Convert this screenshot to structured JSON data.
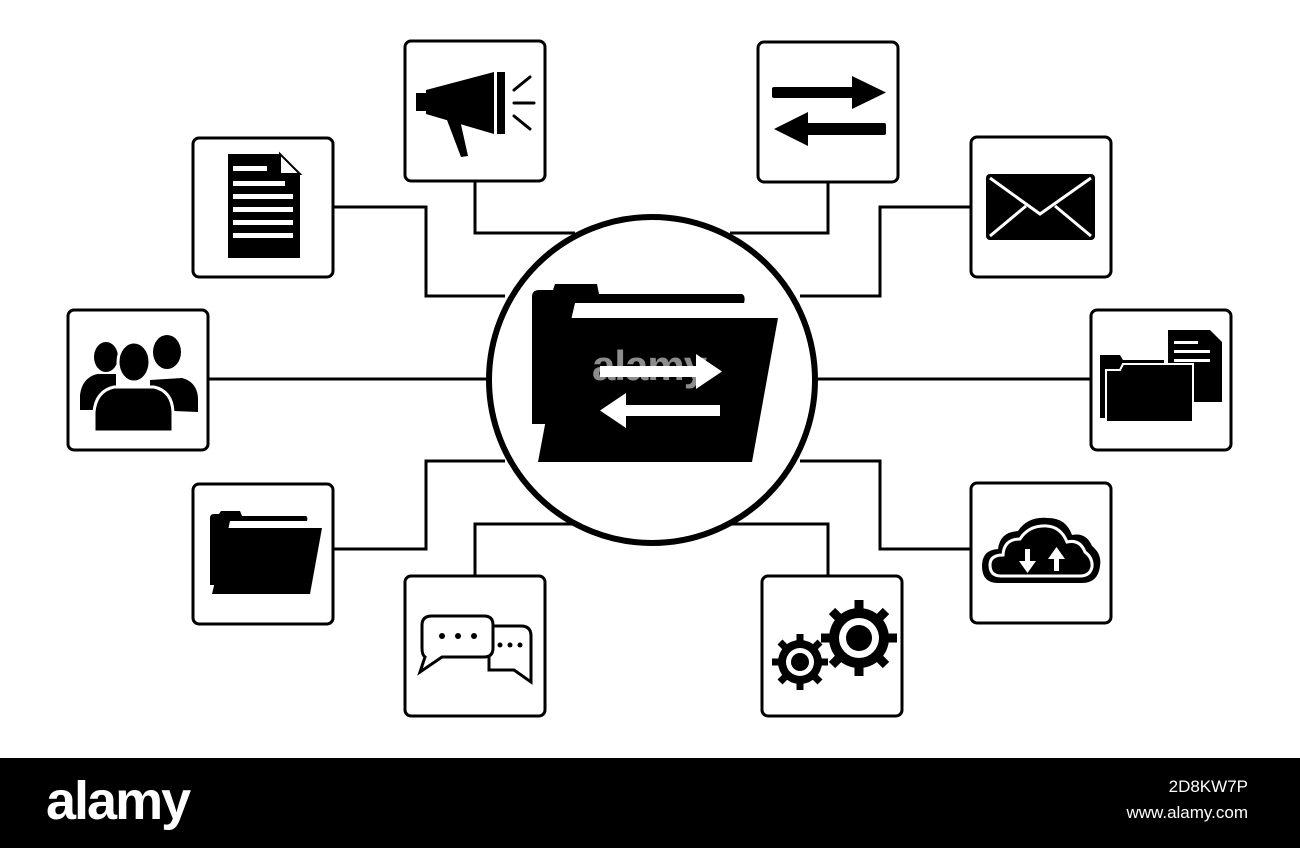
{
  "diagram": {
    "central_icon": "folder-transfer-icon",
    "nodes": [
      {
        "icon": "document-icon"
      },
      {
        "icon": "megaphone-icon"
      },
      {
        "icon": "transfer-arrows-icon"
      },
      {
        "icon": "envelope-icon"
      },
      {
        "icon": "user-group-icon"
      },
      {
        "icon": "folder-documents-icon"
      },
      {
        "icon": "folder-icon"
      },
      {
        "icon": "chat-bubbles-icon"
      },
      {
        "icon": "gears-icon"
      },
      {
        "icon": "cloud-sync-icon"
      }
    ]
  },
  "watermark": "alamy",
  "footer": {
    "logo": "alamy",
    "image_id": "2D8KW7P",
    "url": "www.alamy.com"
  },
  "colors": {
    "line": "#000000",
    "background": "#ffffff",
    "footer": "#000000"
  }
}
